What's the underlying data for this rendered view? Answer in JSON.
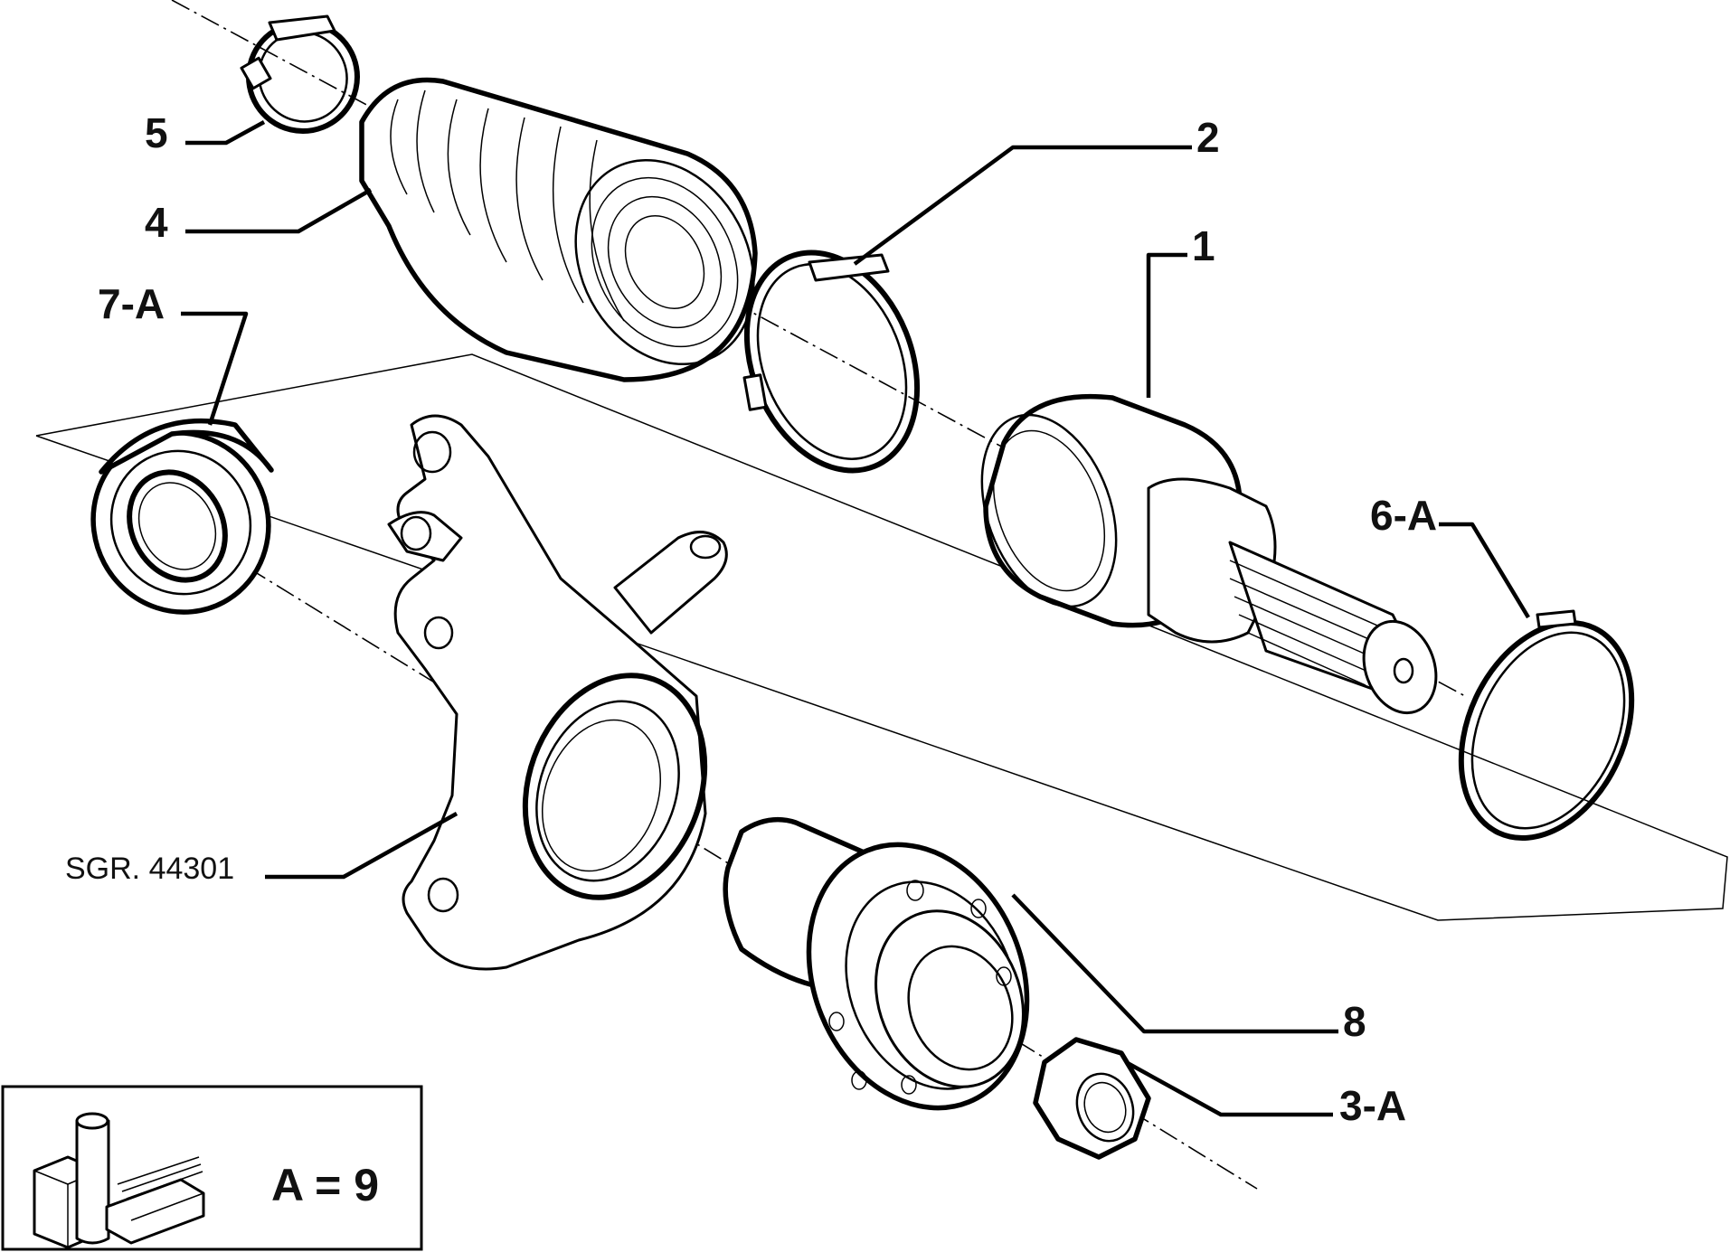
{
  "diagram": {
    "labels": {
      "l1": "1",
      "l2": "2",
      "l3a": "3-A",
      "l4": "4",
      "l5": "5",
      "l6a": "6-A",
      "l7a": "7-A",
      "l8": "8",
      "sgr": "SGR. 44301"
    },
    "legend": {
      "text": "A = 9"
    }
  }
}
